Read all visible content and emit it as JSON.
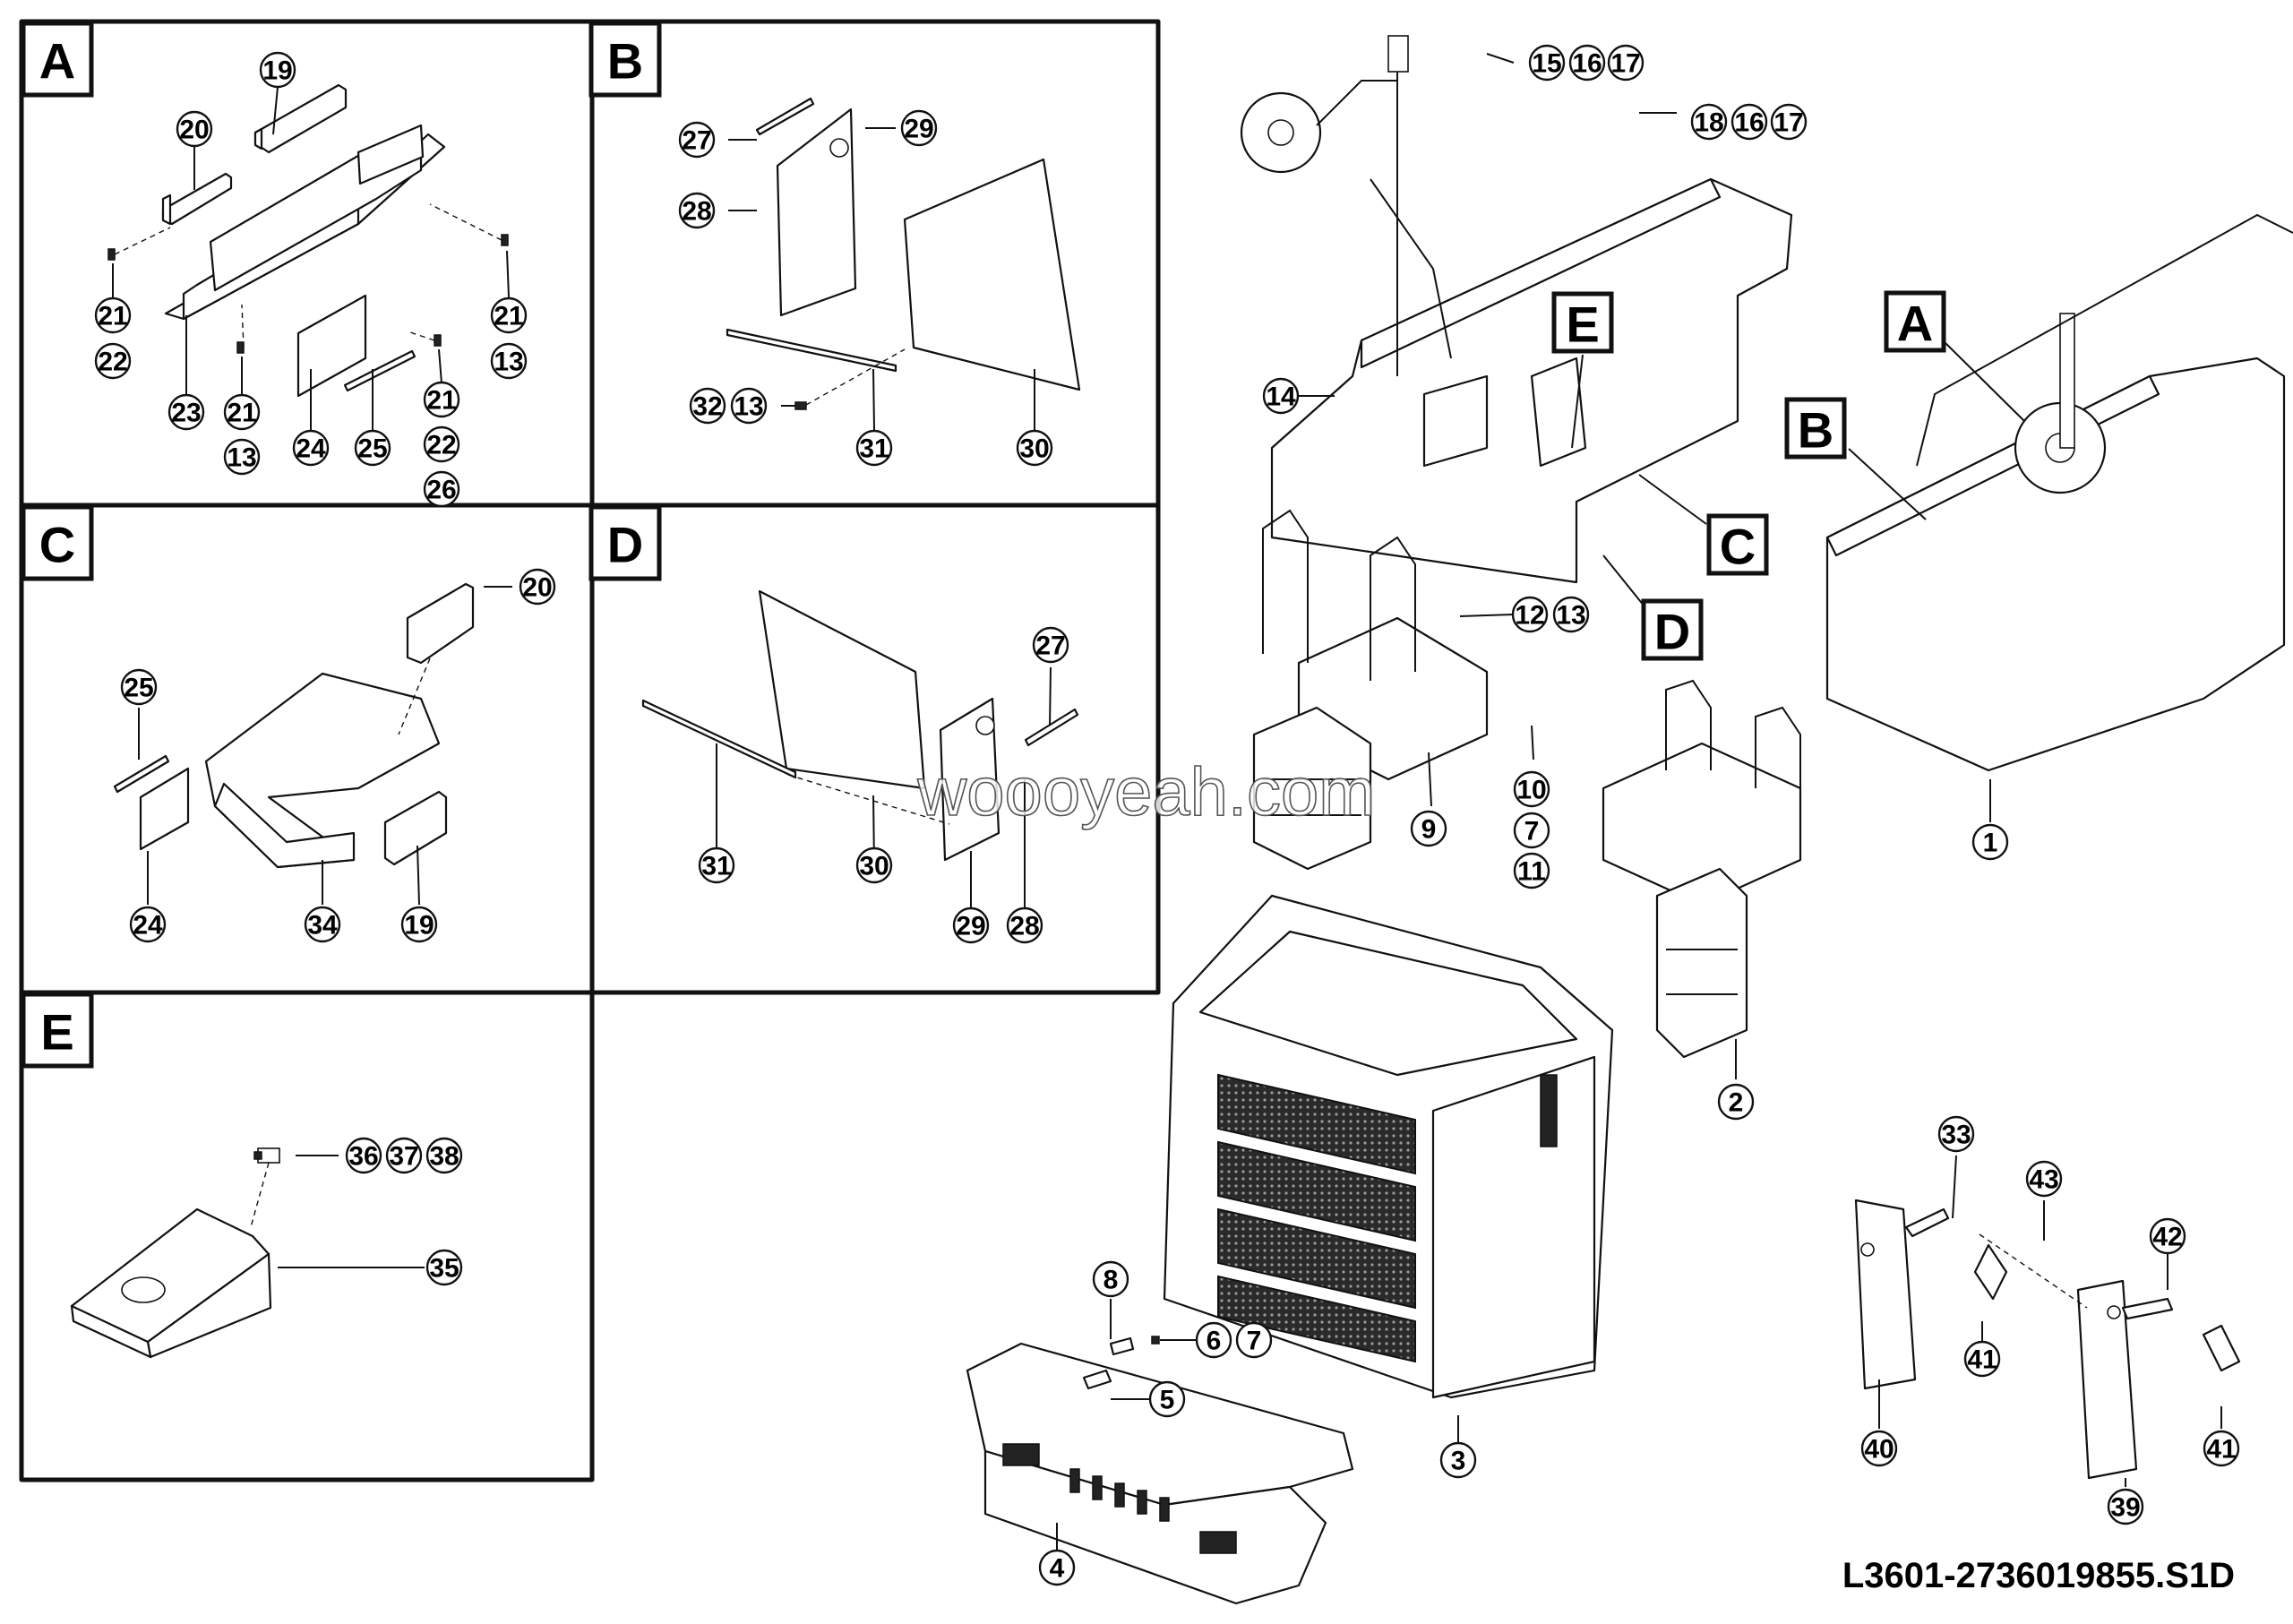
{
  "drawing_id": "L3601-2736019855.S1D",
  "watermark": "woooyeah.com",
  "panels": [
    {
      "letter": "A",
      "callouts": [
        "19",
        "20",
        "21",
        "22",
        "21",
        "13",
        "23",
        "21",
        "13",
        "24",
        "25",
        "21",
        "22",
        "26"
      ]
    },
    {
      "letter": "B",
      "callouts": [
        "27",
        "29",
        "28",
        "32",
        "13",
        "31",
        "30"
      ]
    },
    {
      "letter": "C",
      "callouts": [
        "20",
        "25",
        "24",
        "34",
        "19"
      ]
    },
    {
      "letter": "D",
      "callouts": [
        "27",
        "31",
        "30",
        "29",
        "28"
      ]
    },
    {
      "letter": "E",
      "callouts": [
        "36",
        "37",
        "38",
        "35"
      ]
    }
  ],
  "main_view": {
    "view_flags": [
      "E",
      "A",
      "B",
      "C",
      "D"
    ],
    "callouts": [
      "15",
      "16",
      "17",
      "18",
      "16",
      "17",
      "14",
      "12",
      "13",
      "9",
      "10",
      "7",
      "11",
      "1",
      "2",
      "3",
      "8",
      "6",
      "7",
      "5",
      "4"
    ],
    "detail_callouts": [
      "33",
      "43",
      "42",
      "41",
      "40",
      "41",
      "39"
    ]
  }
}
